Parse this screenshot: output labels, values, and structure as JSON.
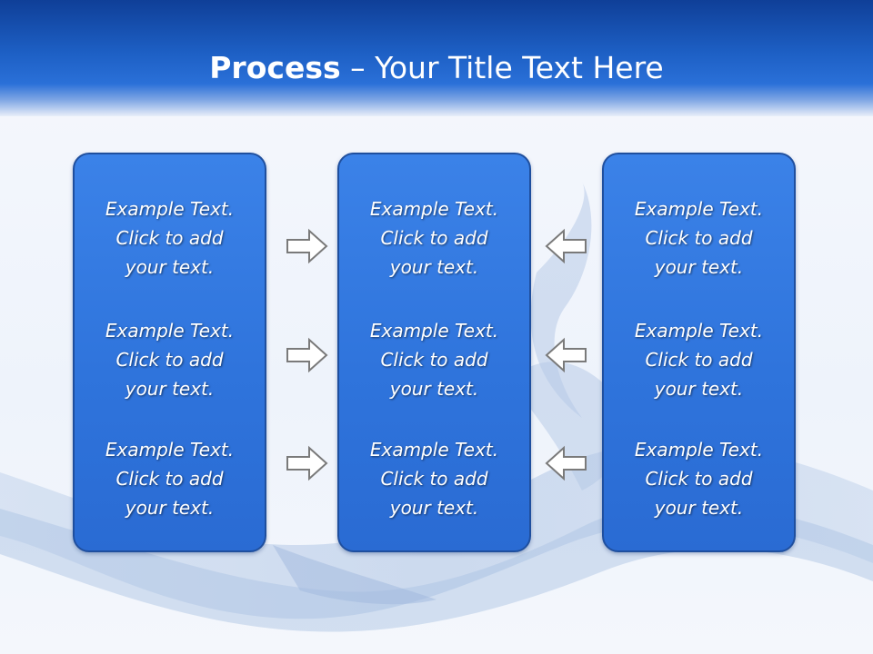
{
  "title": {
    "bold": "Process",
    "rest": " – Your Title Text Here"
  },
  "columns": [
    {
      "items": [
        {
          "line1": "Example Text.",
          "line2": "Click  to add",
          "line3": "your text."
        },
        {
          "line1": "Example Text.",
          "line2": "Click  to add",
          "line3": "your text."
        },
        {
          "line1": "Example Text.",
          "line2": "Click  to add",
          "line3": "your text."
        }
      ]
    },
    {
      "items": [
        {
          "line1": "Example Text.",
          "line2": "Click  to add",
          "line3": "your text."
        },
        {
          "line1": "Example Text.",
          "line2": "Click  to add",
          "line3": "your text."
        },
        {
          "line1": "Example Text.",
          "line2": "Click  to add",
          "line3": "your text."
        }
      ]
    },
    {
      "items": [
        {
          "line1": "Example Text.",
          "line2": "Click  to add",
          "line3": "your text."
        },
        {
          "line1": "Example Text.",
          "line2": "Click  to add",
          "line3": "your text."
        },
        {
          "line1": "Example Text.",
          "line2": "Click  to add",
          "line3": "your text."
        }
      ]
    }
  ],
  "colors": {
    "header": "#1d5fc4",
    "box_fill": "#2f74dc",
    "box_border": "#1f4f9e",
    "arrow_stroke": "#7a7a7a",
    "arrow_fill": "#ffffff"
  },
  "icons": {
    "arrows_left_to_middle": "right-arrow-icon",
    "arrows_right_to_middle": "left-arrow-icon"
  }
}
